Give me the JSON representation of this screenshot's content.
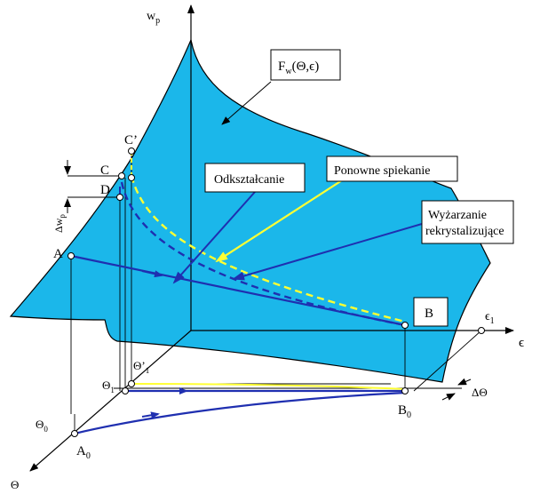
{
  "colors": {
    "surface": "#1bb7ea",
    "surface_edge": "#000000",
    "process_line": "#1f2fb0",
    "yellow_line": "#ffff33",
    "axis": "#000000",
    "guide": "#000000"
  },
  "labels": {
    "axis_wp": "w",
    "axis_wp_sub": "p",
    "axis_eps": "ϵ",
    "axis_theta": "Θ",
    "surface_label": "F",
    "surface_label_sub": "w",
    "surface_label_args": "(Θ,ϵ)",
    "point_C_prime": "C’",
    "point_C": "C",
    "point_D": "D",
    "point_A": "A",
    "point_A0": "A",
    "point_A0_sub": "0",
    "point_B": "B",
    "point_B0": "B",
    "point_B0_sub": "0",
    "theta0": "Θ",
    "theta0_sub": "0",
    "theta1": "Θ",
    "theta1_sub": "1",
    "theta1_prime": "Θ’",
    "theta1_prime_sub": "1",
    "eps1": "ϵ",
    "eps1_sub": "1",
    "delta_theta": "ΔΘ",
    "delta_wp": "Δw",
    "delta_wp_sub": "p"
  },
  "callouts": {
    "odksztalcanie": "Odkształcanie",
    "ponowne": "Ponowne spiekanie",
    "wyzarzanie_line1": "Wyżarzanie",
    "wyzarzanie_line2": "rekrystalizujące"
  }
}
